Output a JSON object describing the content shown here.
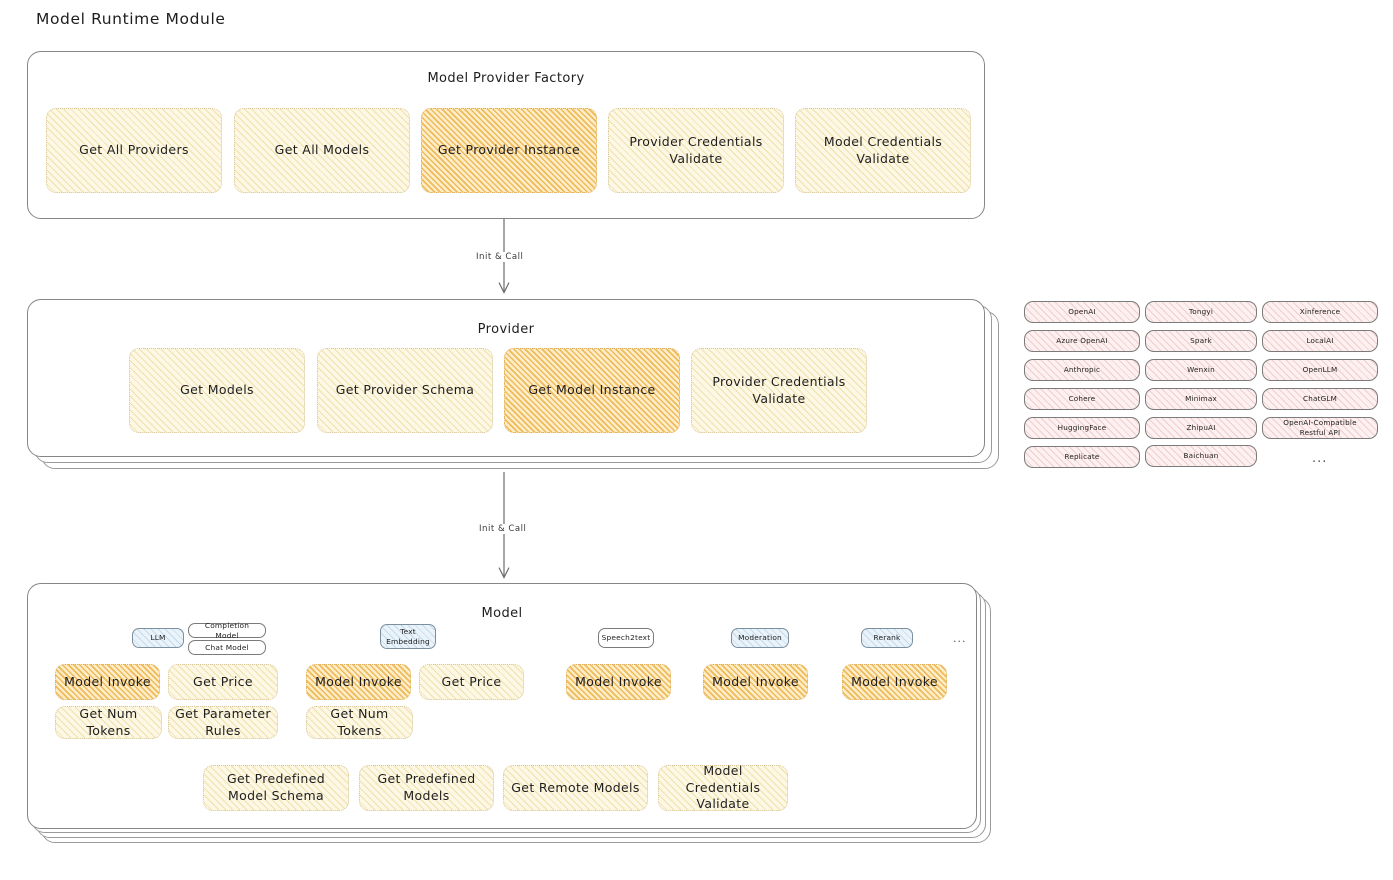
{
  "page": {
    "title": "Model Runtime Module",
    "background": "#ffffff",
    "highlight_color": "#ecb146",
    "soft_color": "#fdf8e6",
    "provider_chip_color": "#fdf0f0",
    "tag_color": "#eaf3f9"
  },
  "factory": {
    "title": "Model Provider Factory",
    "nodes": [
      {
        "label": "Get All Providers",
        "highlight": false
      },
      {
        "label": "Get All Models",
        "highlight": false
      },
      {
        "label": "Get Provider Instance",
        "highlight": true
      },
      {
        "label": "Provider Credentials Validate",
        "highlight": false
      },
      {
        "label": "Model Credentials Validate",
        "highlight": false
      }
    ]
  },
  "arrows": [
    {
      "label": "Init & Call"
    },
    {
      "label": "Init & Call"
    }
  ],
  "provider": {
    "title": "Provider",
    "nodes": [
      {
        "label": "Get Models",
        "highlight": false
      },
      {
        "label": "Get Provider Schema",
        "highlight": false
      },
      {
        "label": "Get Model Instance",
        "highlight": true
      },
      {
        "label": "Provider Credentials Validate",
        "highlight": false
      }
    ]
  },
  "provider_list": {
    "columns": [
      [
        "OpenAI",
        "Azure OpenAI",
        "Anthropic",
        "Cohere",
        "HuggingFace",
        "Replicate"
      ],
      [
        "Tongyi",
        "Spark",
        "Wenxin",
        "Minimax",
        "ZhipuAI",
        "Baichuan"
      ],
      [
        "Xinference",
        "LocalAI",
        "OpenLLM",
        "ChatGLM",
        "OpenAI-Compatible Restful API"
      ]
    ],
    "ellipsis": "..."
  },
  "model": {
    "title": "Model",
    "ellipsis": "...",
    "types": [
      {
        "tag": "LLM",
        "tag_style": "blue",
        "subtags": [
          "Completion Model",
          "Chat Model"
        ],
        "methods": [
          {
            "label": "Model Invoke",
            "highlight": true
          },
          {
            "label": "Get Price",
            "highlight": false
          },
          {
            "label": "Get Num Tokens",
            "highlight": false
          },
          {
            "label": "Get Parameter Rules",
            "highlight": false
          }
        ]
      },
      {
        "tag": "Text Embedding",
        "tag_style": "blue",
        "subtags": [],
        "methods": [
          {
            "label": "Model Invoke",
            "highlight": true
          },
          {
            "label": "Get Price",
            "highlight": false
          },
          {
            "label": "Get Num Tokens",
            "highlight": false
          }
        ]
      },
      {
        "tag": "Speech2text",
        "tag_style": "white",
        "subtags": [],
        "methods": [
          {
            "label": "Model Invoke",
            "highlight": true
          }
        ]
      },
      {
        "tag": "Moderation",
        "tag_style": "blue",
        "subtags": [],
        "methods": [
          {
            "label": "Model Invoke",
            "highlight": true
          }
        ]
      },
      {
        "tag": "Rerank",
        "tag_style": "blue",
        "subtags": [],
        "methods": [
          {
            "label": "Model Invoke",
            "highlight": true
          }
        ]
      }
    ],
    "common_methods": [
      {
        "label": "Get Predefined Model Schema"
      },
      {
        "label": "Get Predefined Models"
      },
      {
        "label": "Get Remote Models"
      },
      {
        "label": "Model Credentials Validate"
      }
    ]
  }
}
